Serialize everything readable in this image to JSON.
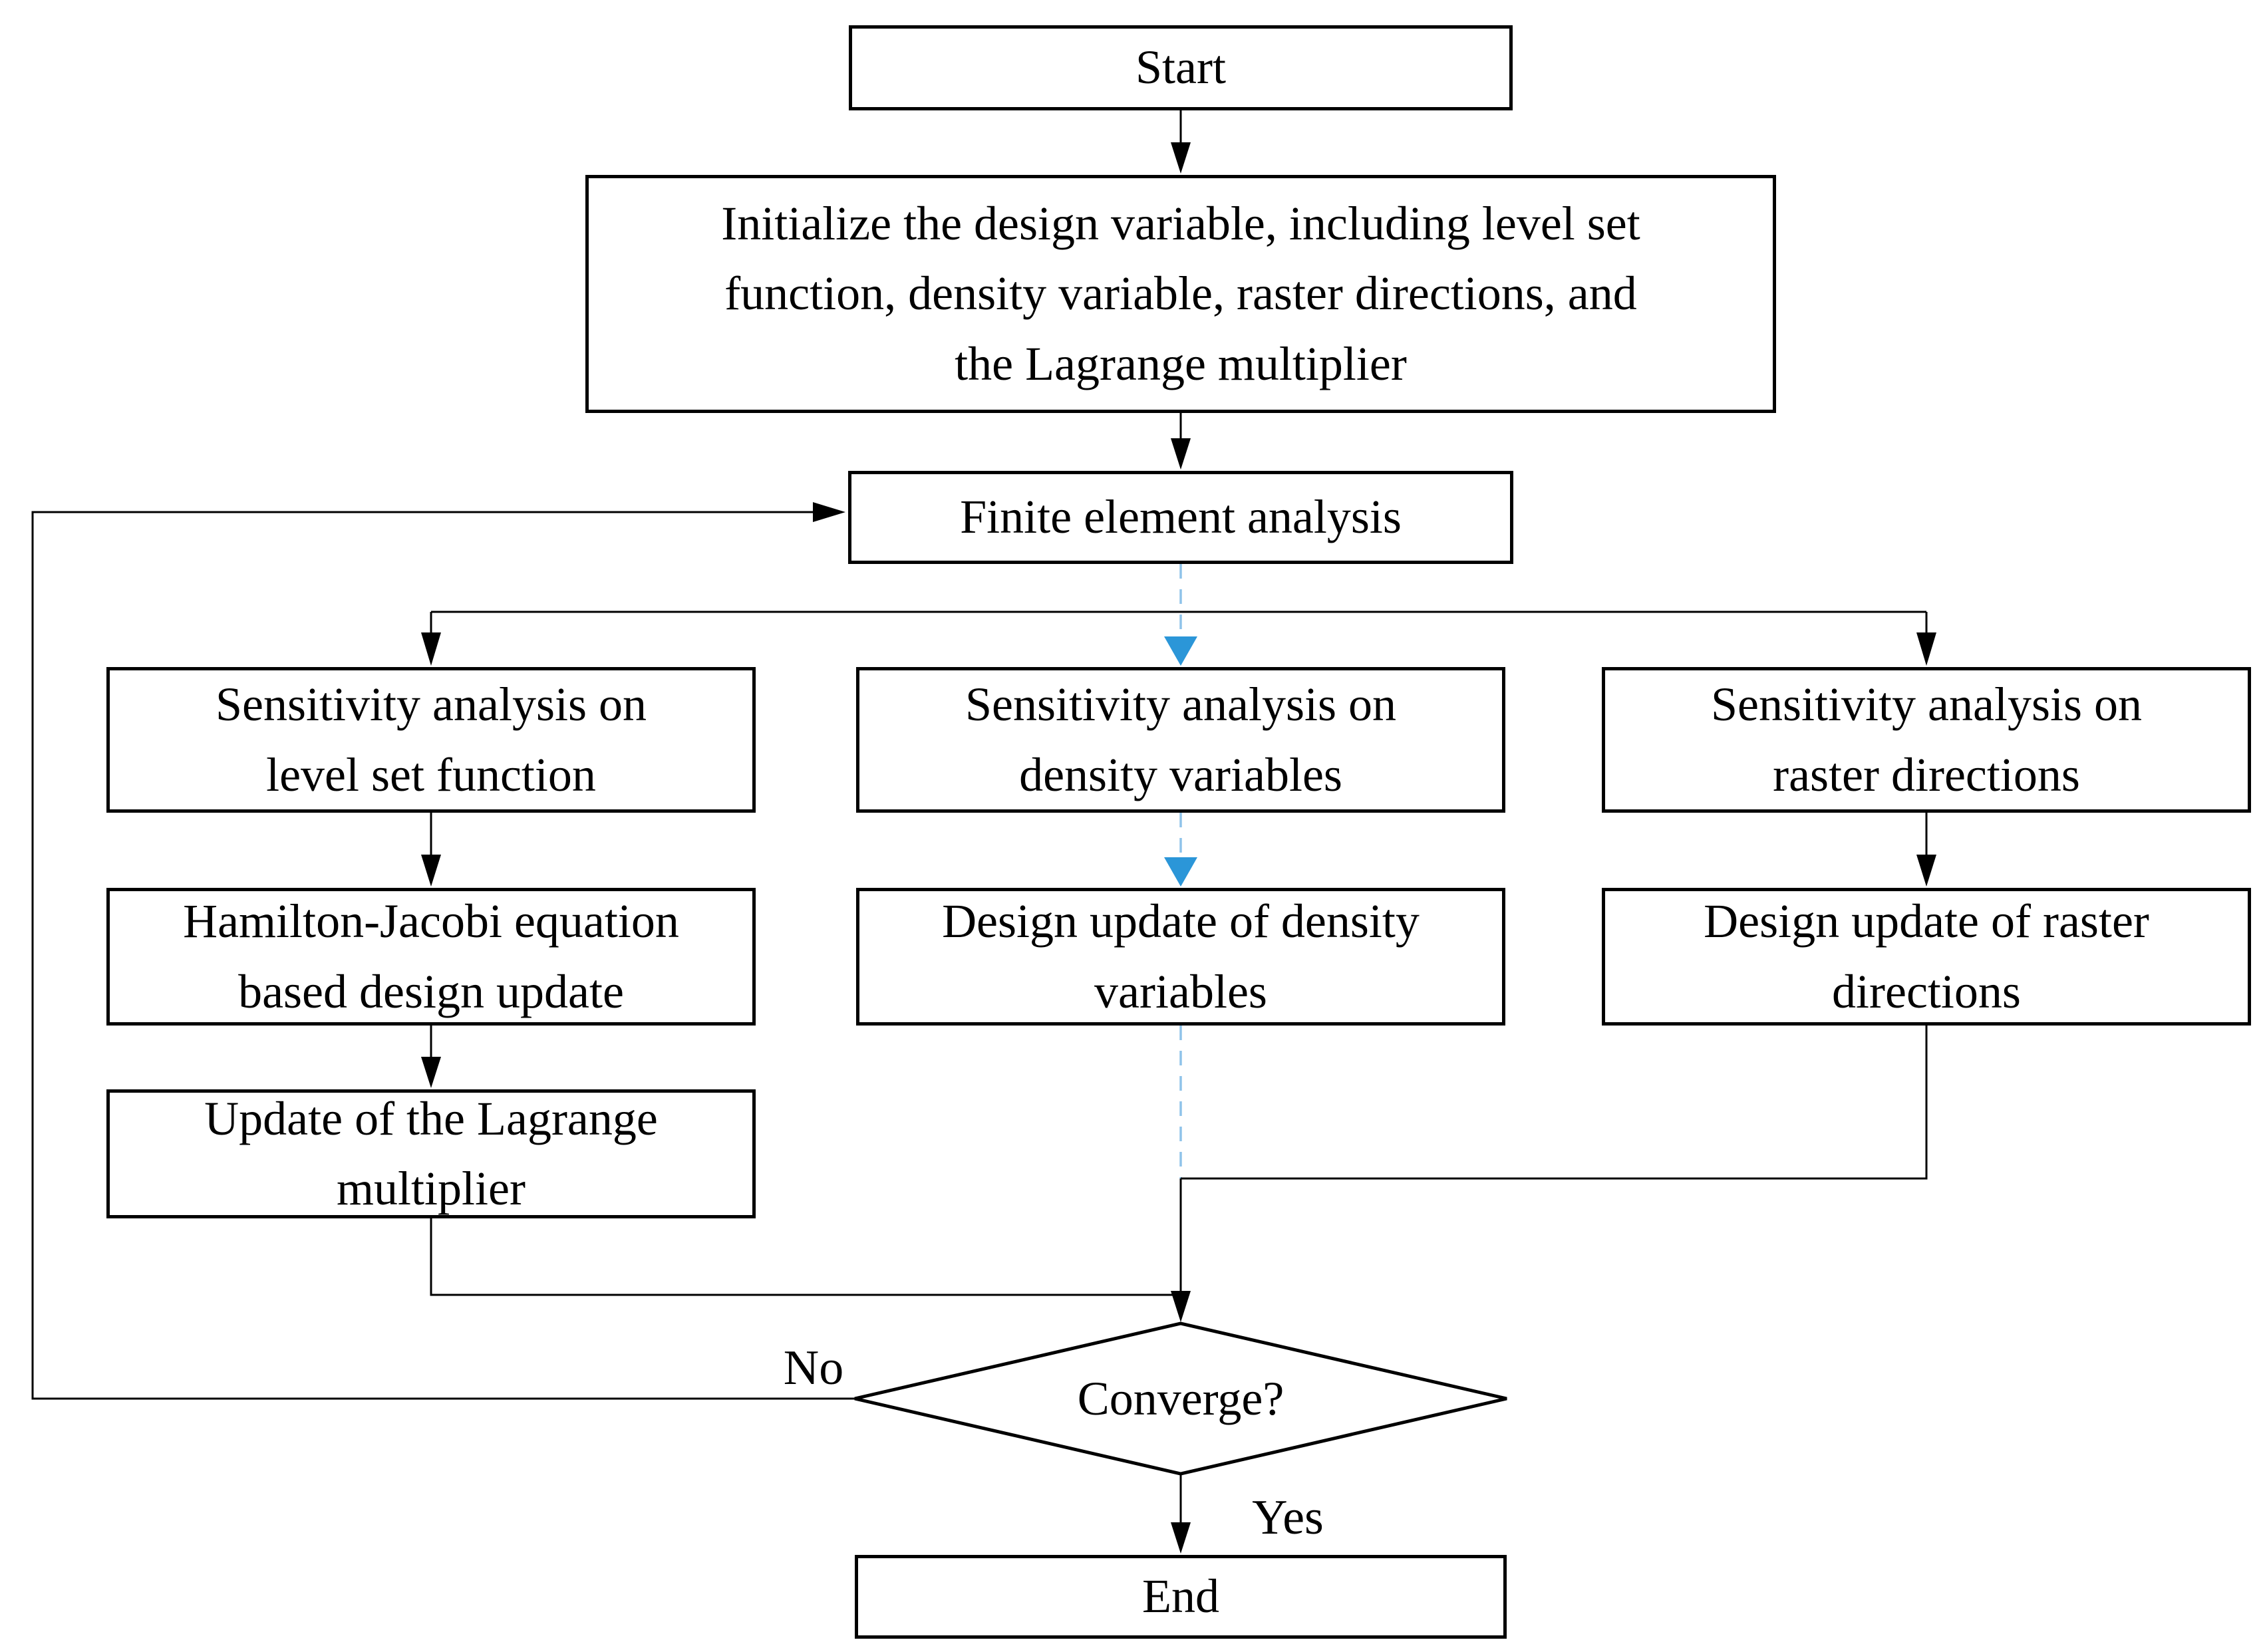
{
  "figure": {
    "type": "flowchart",
    "background": "#ffffff"
  },
  "nodes": {
    "start": {
      "label": "Start",
      "shape": "rectangle"
    },
    "initialize": {
      "label": "Initialize the design variable, including level set\nfunction, density variable, raster directions, and\nthe Lagrange multiplier",
      "shape": "rectangle"
    },
    "finite_element_analysis": {
      "label": "Finite element analysis",
      "shape": "rectangle"
    },
    "sensitivity_level_set": {
      "label": "Sensitivity analysis on\nlevel set function",
      "shape": "rectangle"
    },
    "sensitivity_density": {
      "label": "Sensitivity analysis on\ndensity variables",
      "shape": "rectangle"
    },
    "sensitivity_raster": {
      "label": "Sensitivity analysis on\nraster directions",
      "shape": "rectangle"
    },
    "hamilton_jacobi_update": {
      "label": "Hamilton-Jacobi equation\nbased design update",
      "shape": "rectangle"
    },
    "design_update_density": {
      "label": "Design update of density\nvariables",
      "shape": "rectangle"
    },
    "design_update_raster": {
      "label": "Design update of raster\ndirections",
      "shape": "rectangle"
    },
    "lagrange_update": {
      "label": "Update of the Lagrange\nmultiplier",
      "shape": "rectangle"
    },
    "converge": {
      "label": "Converge?",
      "shape": "diamond"
    },
    "end": {
      "label": "End",
      "shape": "rectangle"
    }
  },
  "edge_labels": {
    "no": "No",
    "yes": "Yes"
  },
  "colors": {
    "box_border": "#000000",
    "box_fill": "#ffffff",
    "solid_line": "#000000",
    "dashed_line": "#8fc3ea",
    "dashed_arrowhead": "#2b96d8",
    "text": "#000000",
    "background": "#ffffff"
  }
}
